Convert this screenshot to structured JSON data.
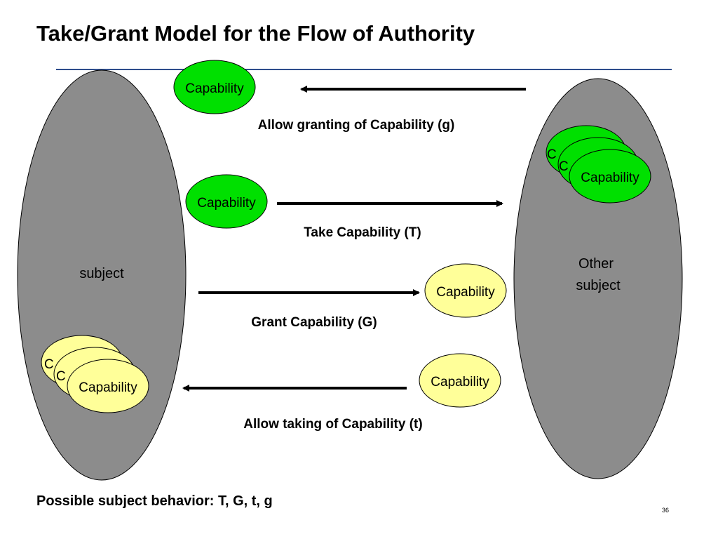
{
  "title": "Take/Grant Model for the Flow of Authority",
  "footer": "Possible subject behavior: T, G, t, g",
  "page_number": "36",
  "colors": {
    "rule": "#2E4D8C",
    "subject_fill": "#8C8C8C",
    "capability_green": "#00E000",
    "capability_yellow": "#FFFF99"
  },
  "subjects": {
    "left": "subject",
    "right_line1": "Other",
    "right_line2": "subject"
  },
  "capability_label": "Capability",
  "stack_partial_label": "C",
  "relations": {
    "g": "Allow granting of Capability (g)",
    "T": "Take Capability (T)",
    "G": "Grant Capability (G)",
    "t": "Allow taking of Capability (t)"
  }
}
